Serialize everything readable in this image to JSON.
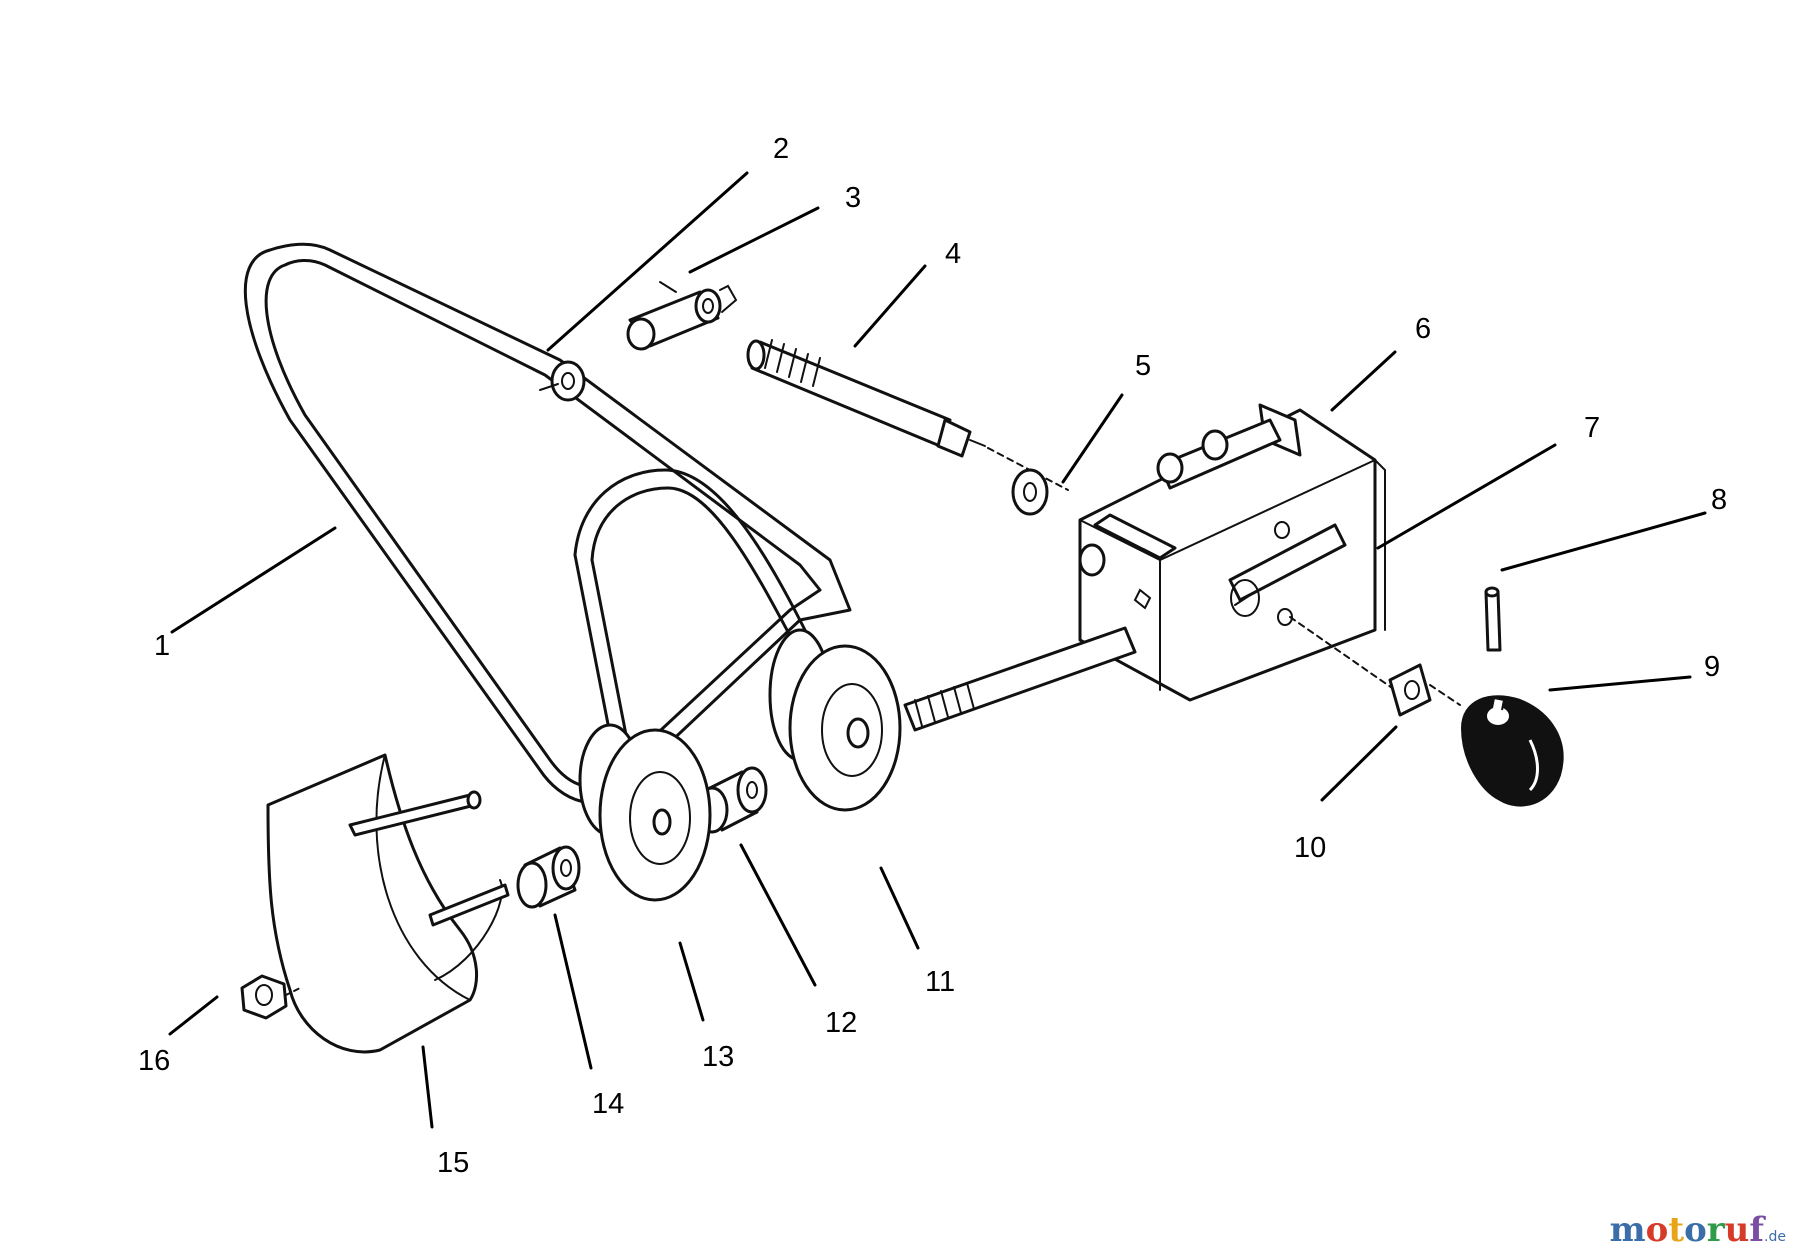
{
  "callouts": [
    {
      "id": "1",
      "label": "1"
    },
    {
      "id": "2",
      "label": "2"
    },
    {
      "id": "3",
      "label": "3"
    },
    {
      "id": "4",
      "label": "4"
    },
    {
      "id": "5",
      "label": "5"
    },
    {
      "id": "6",
      "label": "6"
    },
    {
      "id": "7",
      "label": "7"
    },
    {
      "id": "8",
      "label": "8"
    },
    {
      "id": "9",
      "label": "9"
    },
    {
      "id": "10",
      "label": "10"
    },
    {
      "id": "11",
      "label": "11"
    },
    {
      "id": "12",
      "label": "12"
    },
    {
      "id": "13",
      "label": "13"
    },
    {
      "id": "14",
      "label": "14"
    },
    {
      "id": "15",
      "label": "15"
    },
    {
      "id": "16",
      "label": "16"
    }
  ],
  "watermark": {
    "text": "motoruf",
    "tld": ".de",
    "colors": [
      "#3b6ea8",
      "#d63b2a",
      "#e8a51a",
      "#3b6ea8",
      "#2f9a4a",
      "#d63b2a",
      "#7a4fa3"
    ]
  }
}
